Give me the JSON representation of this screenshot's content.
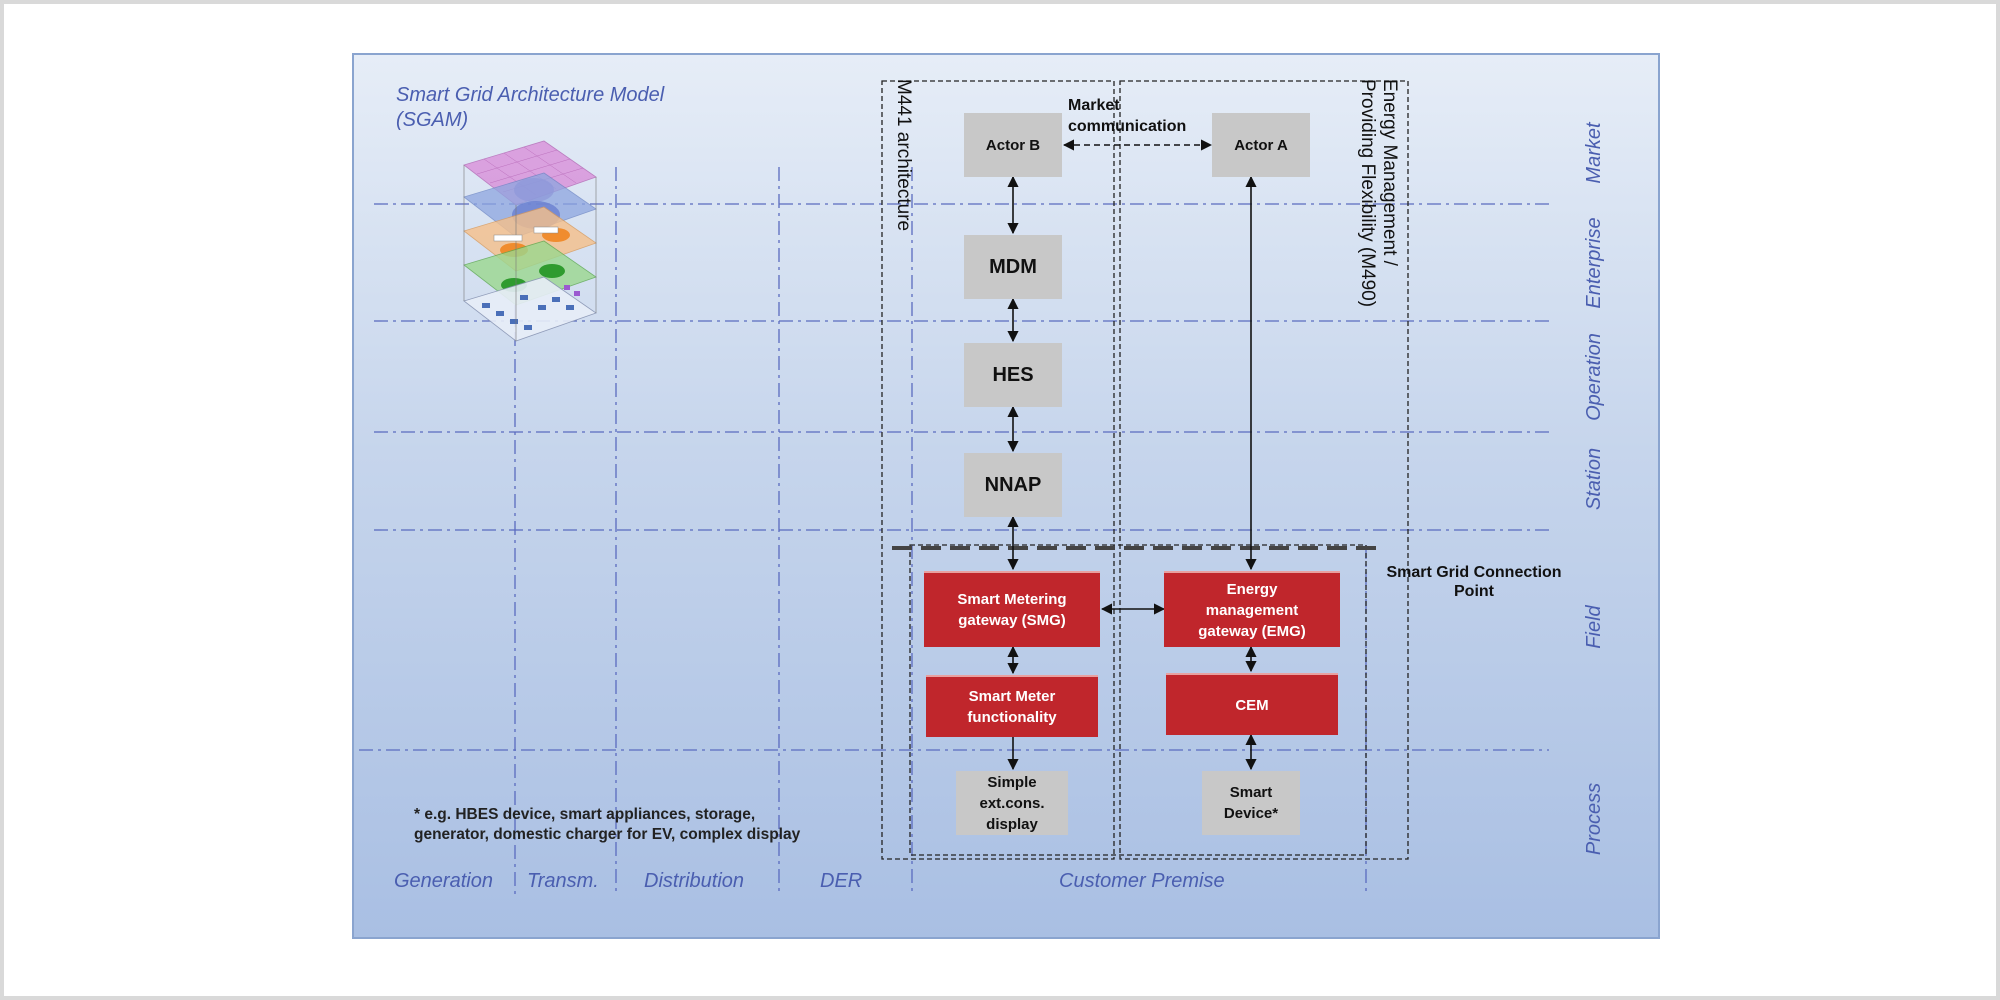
{
  "title": "Smart Grid Architecture Model (SGAM)",
  "zones": [
    "Market",
    "Enterprise",
    "Operation",
    "Station",
    "Field",
    "Process"
  ],
  "domains": [
    "Generation",
    "Transm.",
    "Distribution",
    "DER",
    "Customer Premise"
  ],
  "boundaries": {
    "m441": "M441 architecture",
    "m490_line1": "Energy Management /",
    "m490_line2": "Providing Flexibility (M490)"
  },
  "market_communication": "Market\ncommunication",
  "smart_grid_connection_point": "Smart Grid Connection Point",
  "boxes": {
    "actor_b": "Actor B",
    "actor_a": "Actor A",
    "mdm": "MDM",
    "hes": "HES",
    "nnap": "NNAP",
    "smg": "Smart Metering gateway (SMG)",
    "emg": "Energy management gateway (EMG)",
    "smf": "Smart Meter functionality",
    "cem": "CEM",
    "simple_display": "Simple ext.cons. display",
    "smart_device": "Smart Device*"
  },
  "footnote": "* e.g. HBES device, smart appliances, storage,\ngenerator, domestic charger for EV, complex display",
  "colors": {
    "red_box": "#c0262c",
    "grey_box": "#c8c8c8",
    "zone_text": "#4a5eb0",
    "grid_line": "#5a6bbf"
  }
}
